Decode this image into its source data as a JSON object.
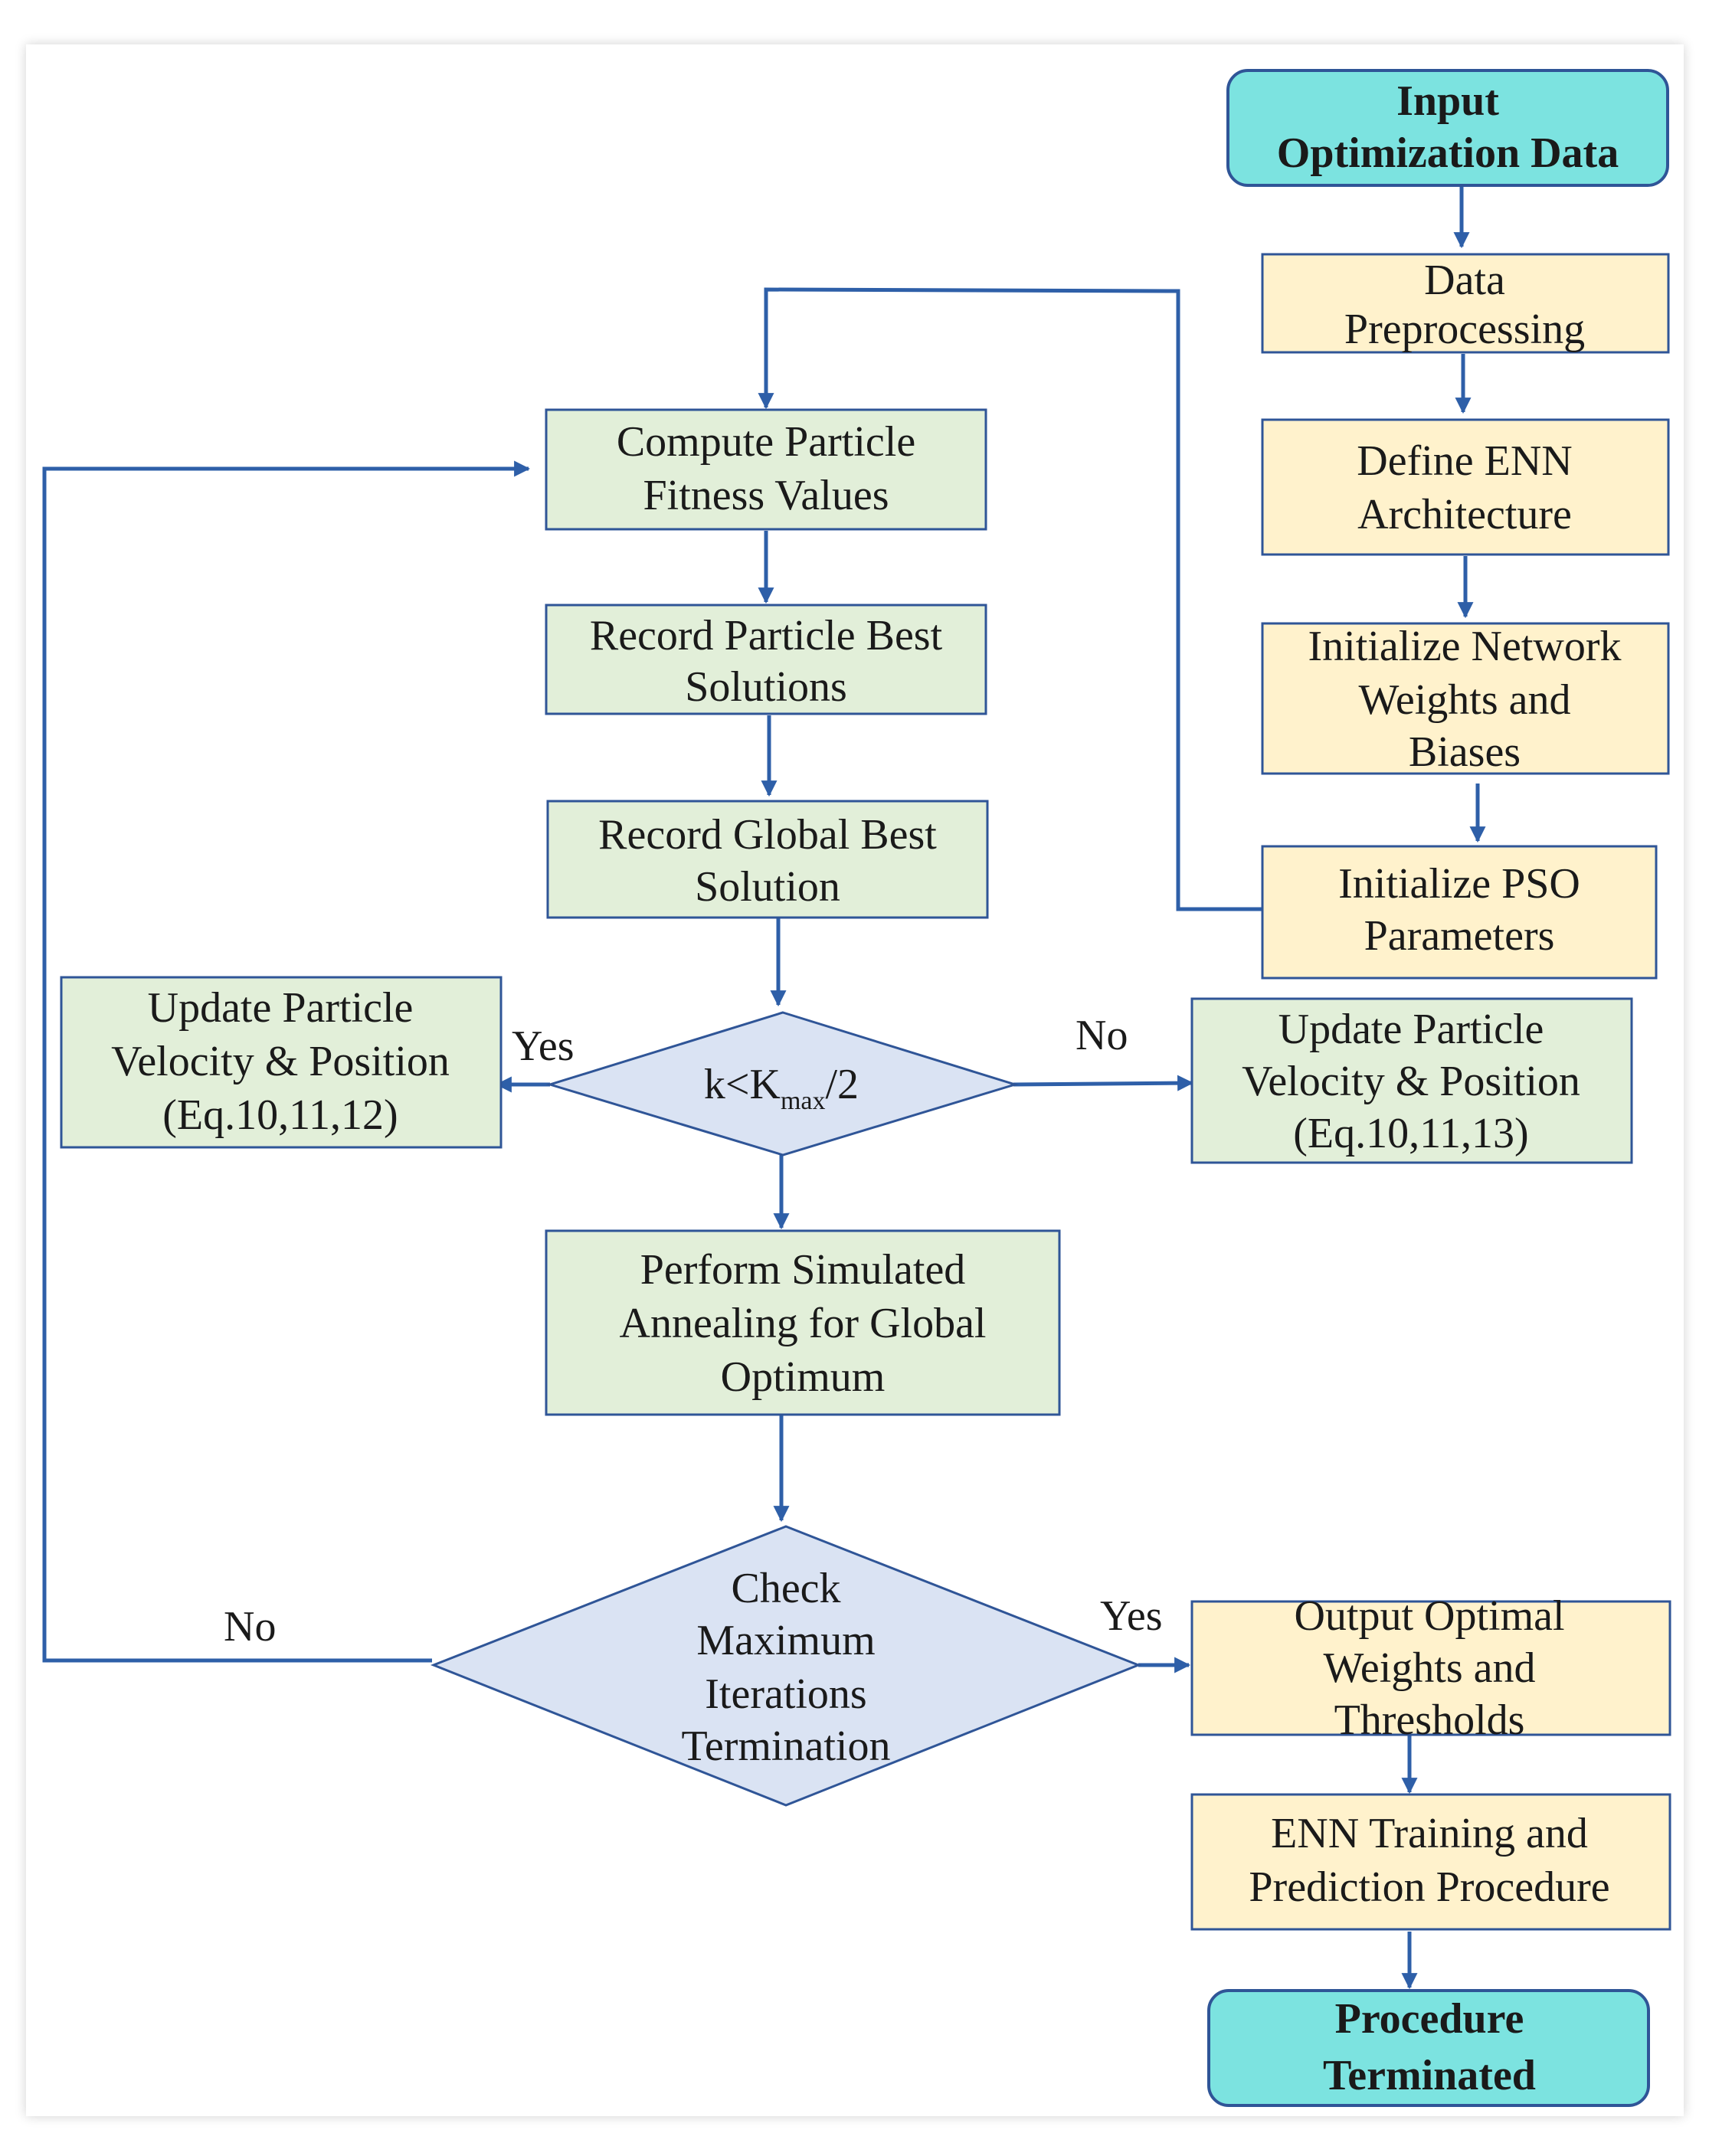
{
  "nodes": {
    "input": {
      "lines": [
        "Input",
        "Optimization Data"
      ]
    },
    "preprocess": {
      "lines": [
        "Data",
        "Preprocessing"
      ]
    },
    "define_enn": {
      "lines": [
        "Define ENN",
        "Architecture"
      ]
    },
    "init_weights": {
      "lines": [
        "Initialize Network",
        "Weights and",
        "Biases"
      ]
    },
    "init_pso": {
      "lines": [
        "Initialize PSO",
        "Parameters"
      ]
    },
    "compute_fitness": {
      "lines": [
        "Compute Particle",
        "Fitness Values"
      ]
    },
    "record_particle": {
      "lines": [
        "Record Particle Best",
        "Solutions"
      ]
    },
    "record_global": {
      "lines": [
        "Record Global Best",
        "Solution"
      ]
    },
    "decision_k": {
      "main": "k<K",
      "sub": "max",
      "tail": "/2"
    },
    "update_left": {
      "lines": [
        "Update Particle",
        "Velocity & Position",
        "(Eq.10,11,12)"
      ]
    },
    "update_right": {
      "lines": [
        "Update Particle",
        "Velocity & Position",
        "(Eq.10,11,13)"
      ]
    },
    "simulated_annealing": {
      "lines": [
        "Perform Simulated",
        "Annealing for Global",
        "Optimum"
      ]
    },
    "check_max": {
      "lines": [
        "Check",
        "Maximum",
        "Iterations",
        "Termination"
      ]
    },
    "output_optimal": {
      "lines": [
        "Output Optimal",
        "Weights and",
        "Thresholds"
      ]
    },
    "enn_training": {
      "lines": [
        "ENN Training and",
        "Prediction Procedure"
      ]
    },
    "terminated": {
      "lines": [
        "Procedure",
        "Terminated"
      ]
    }
  },
  "edge_labels": {
    "k_yes": "Yes",
    "k_no": "No",
    "check_yes": "Yes",
    "check_no": "No"
  },
  "colors": {
    "process_green": "#e2efd9",
    "process_yellow": "#fff2cc",
    "terminal_cyan": "#7ce3e0",
    "decision_blue": "#dae3f3",
    "edge_blue": "#2e5fa8"
  }
}
